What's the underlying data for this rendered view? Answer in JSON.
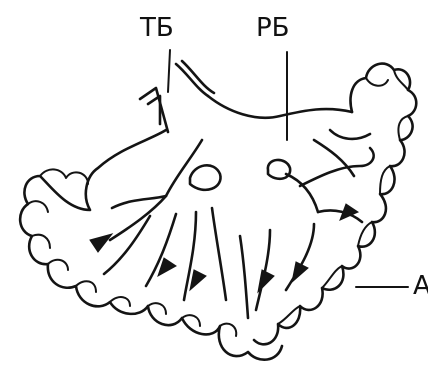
{
  "labels": {
    "left_top": "ТБ",
    "right_top": "РБ",
    "right_side": "А"
  },
  "colors": {
    "background": "#ffffff",
    "ink": "#141414"
  }
}
